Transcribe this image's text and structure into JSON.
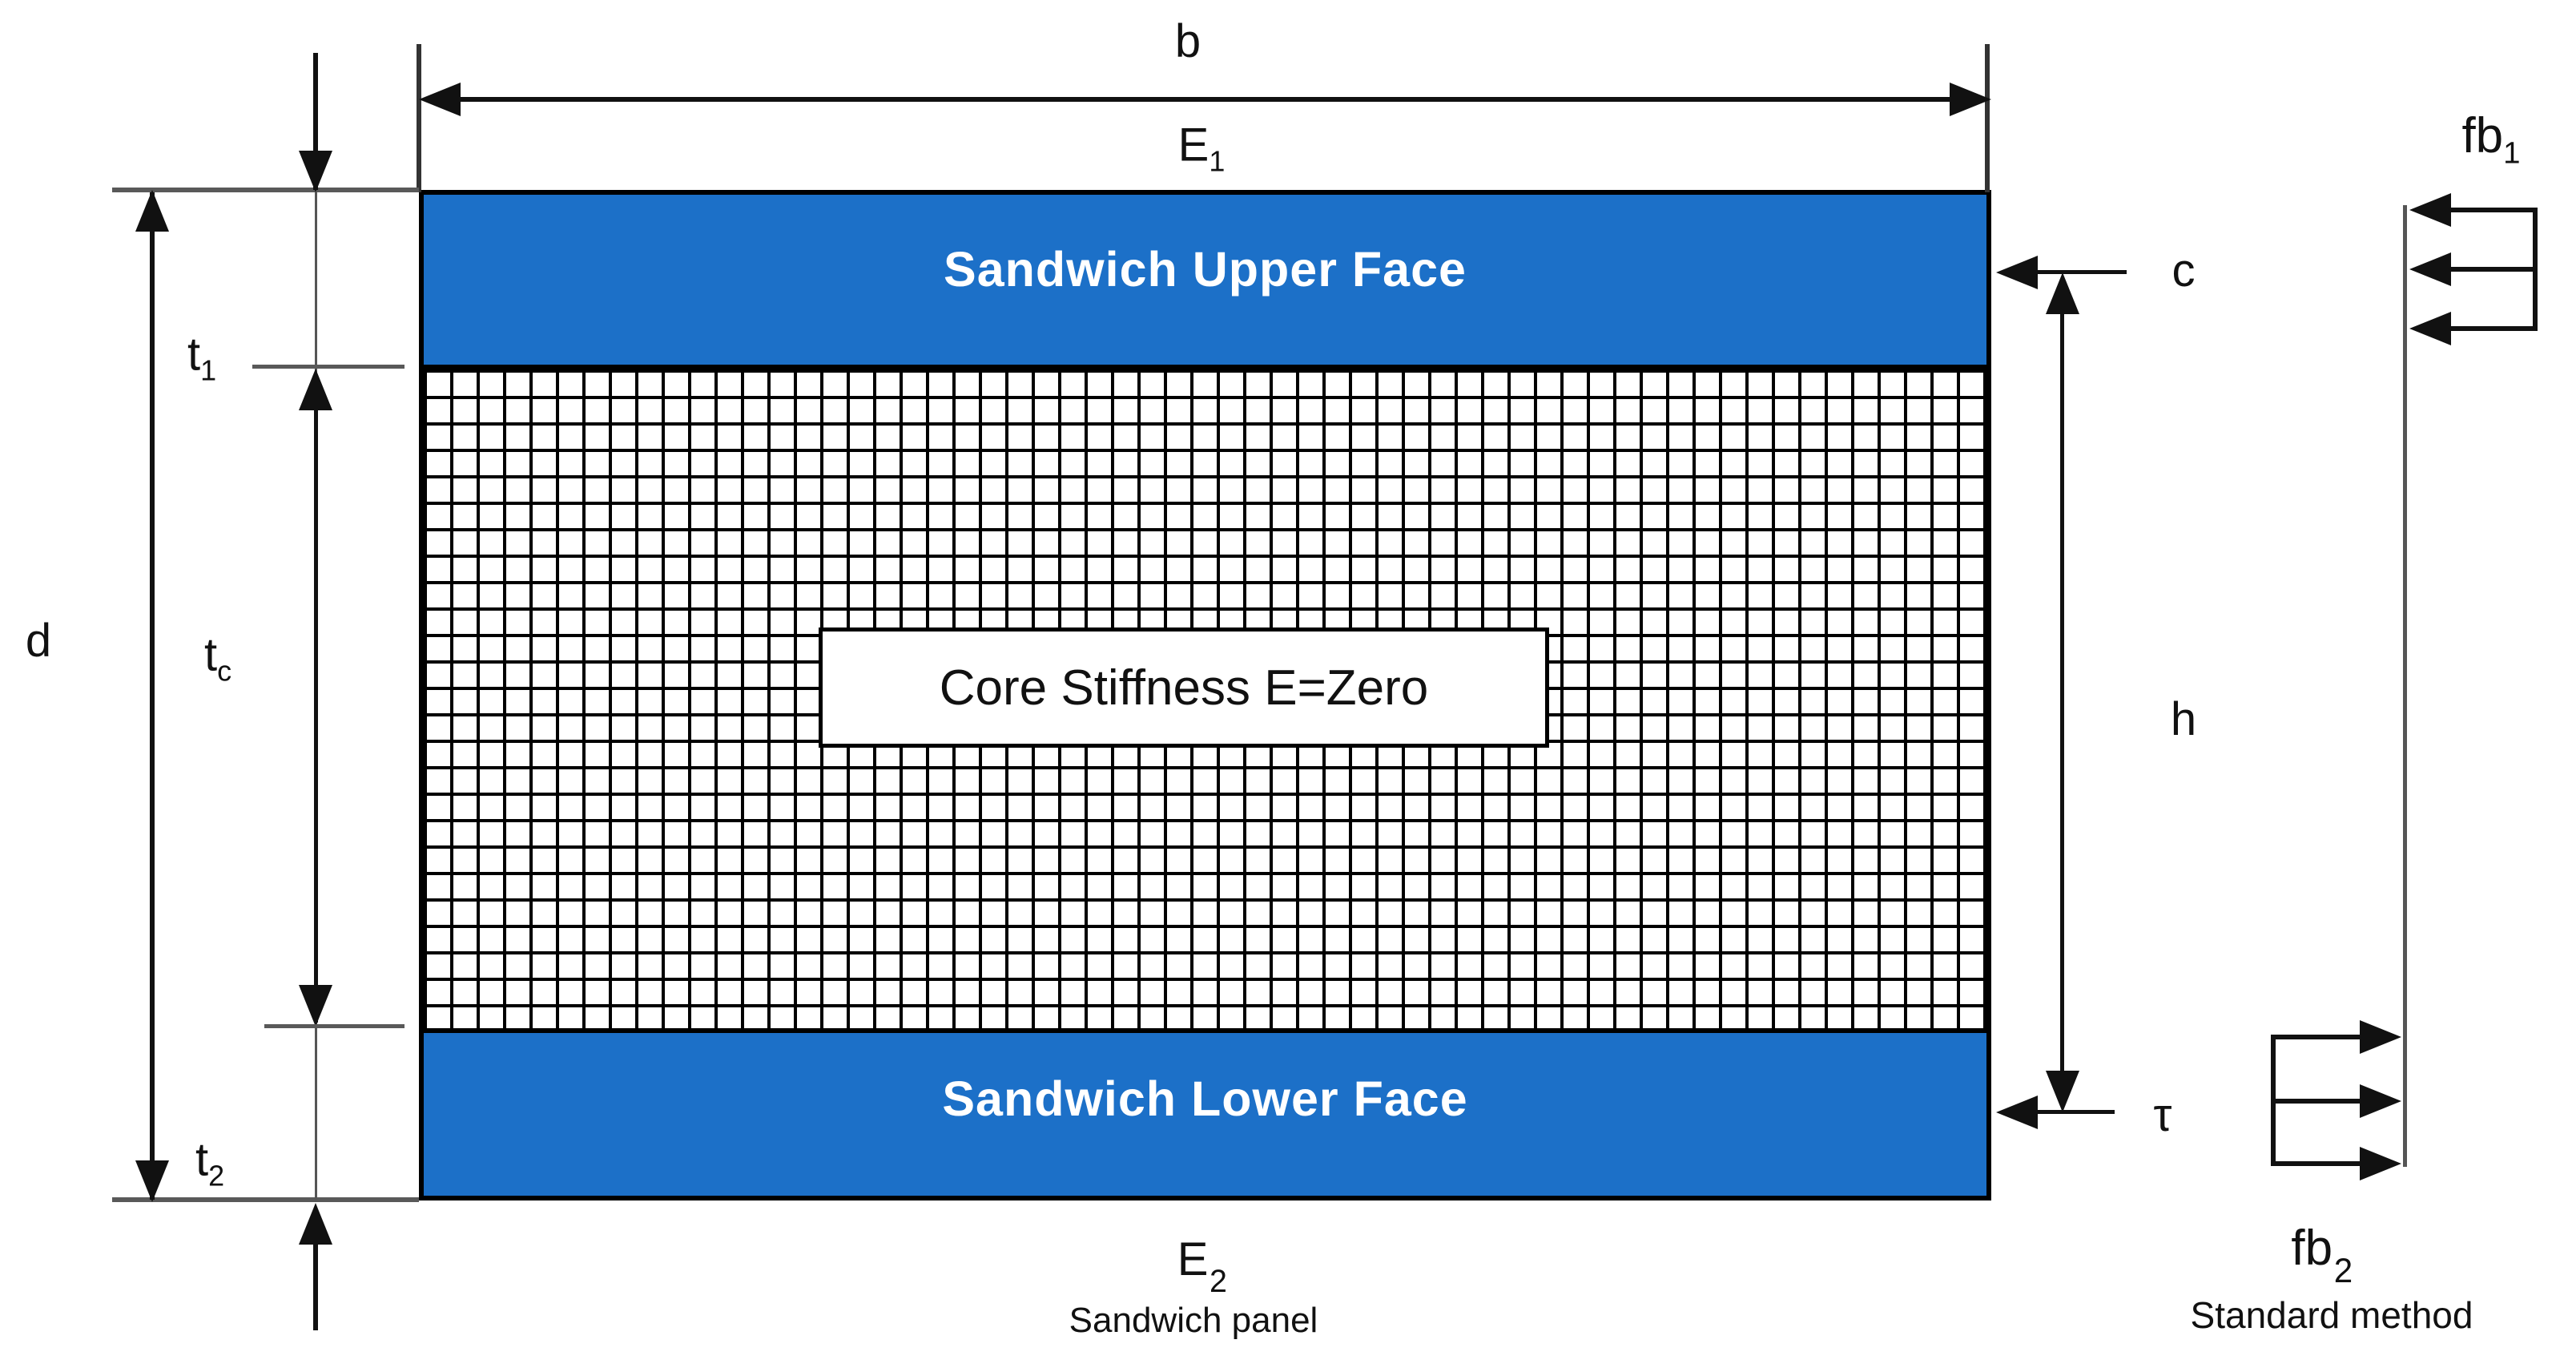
{
  "diagram": {
    "panel": {
      "upper_face_label": "Sandwich Upper Face",
      "lower_face_label": "Sandwich Lower Face",
      "core_label": "Core Stiffness E=Zero"
    },
    "dimensions": {
      "width": "b",
      "upper_modulus_base": "E",
      "upper_modulus_sub": "1",
      "lower_modulus_base": "E",
      "lower_modulus_sub": "2",
      "depth": "d",
      "upper_thickness_base": "t",
      "upper_thickness_sub": "1",
      "core_thickness_base": "t",
      "core_thickness_sub": "c",
      "lower_thickness_base": "t",
      "lower_thickness_sub": "2",
      "c_label": "c",
      "height": "h",
      "shear": "τ"
    },
    "stress": {
      "top_base": "fb",
      "top_sub": "1",
      "bottom_base": "fb",
      "bottom_sub": "2"
    },
    "captions": {
      "panel_caption": "Sandwich panel",
      "method_caption": "Standard method"
    },
    "colors": {
      "face_blue": "#1C70C8",
      "extension_gray": "#595959",
      "ink": "#111111"
    }
  }
}
